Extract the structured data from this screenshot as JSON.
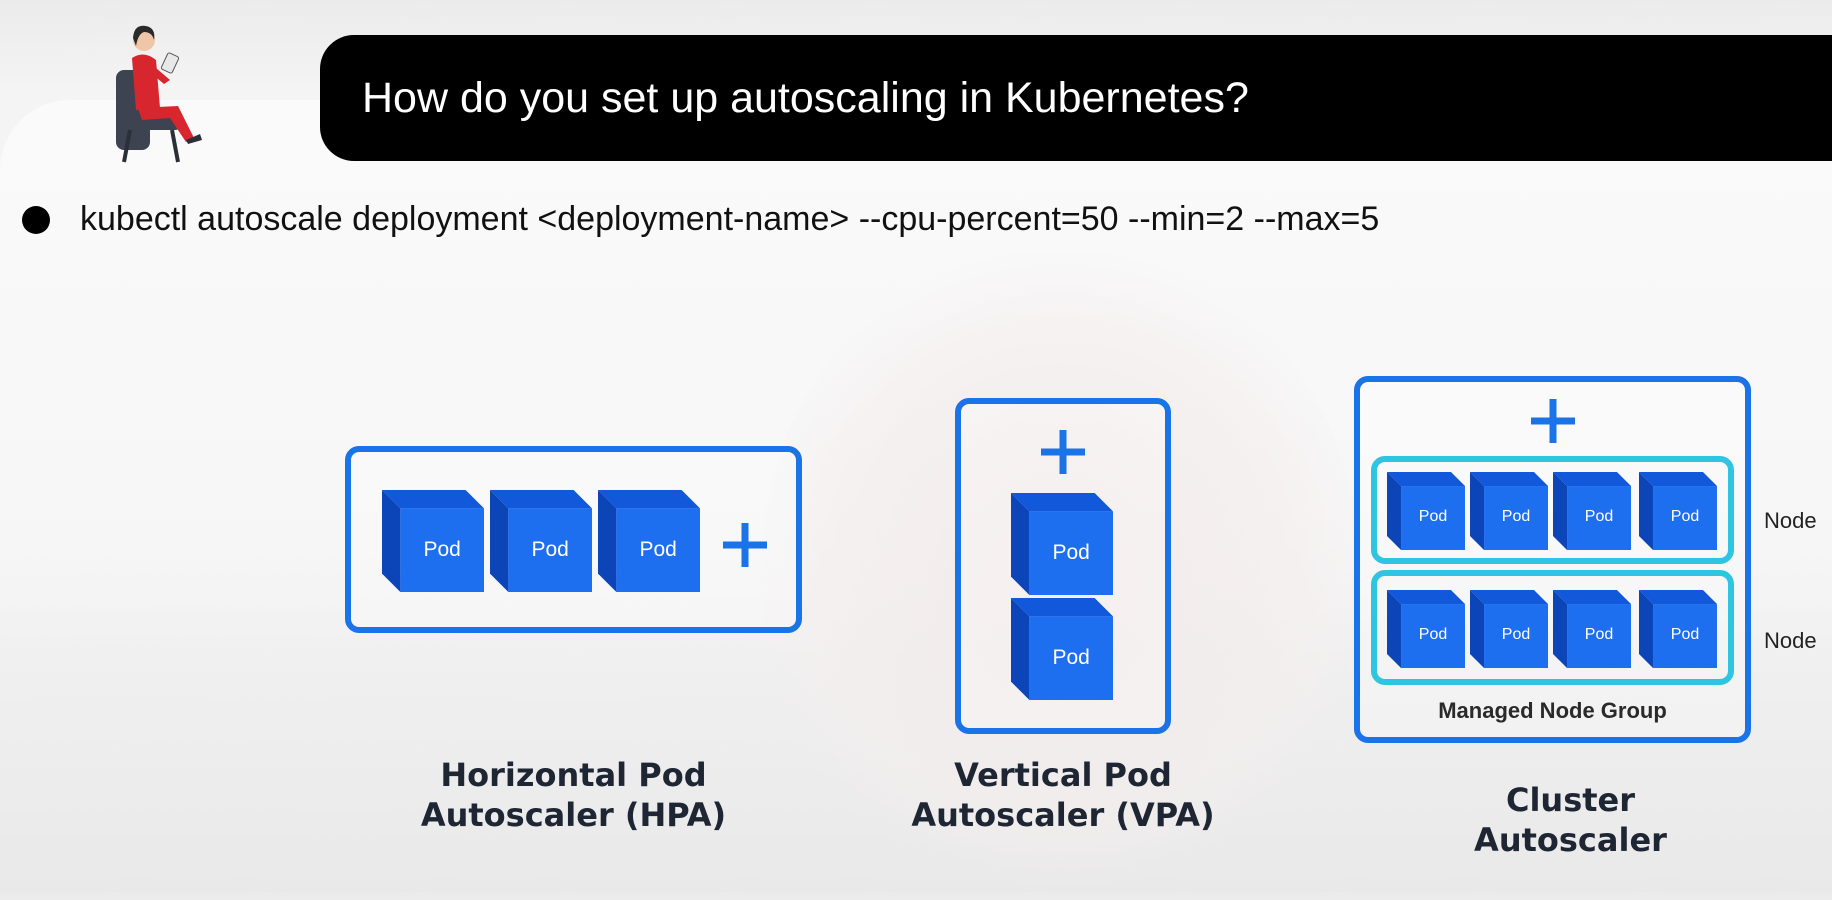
{
  "title": "How do you set up autoscaling in Kubernetes?",
  "bullet": "kubectl autoscale deployment <deployment-name> --cpu-percent=50 --min=2 --max=5",
  "pod_label": "Pod",
  "node_label": "Node",
  "plus_symbol": "+",
  "hpa": {
    "caption_line1": "Horizontal Pod",
    "caption_line2": "Autoscaler (HPA)"
  },
  "vpa": {
    "caption_line1": "Vertical Pod",
    "caption_line2": "Autoscaler (VPA)"
  },
  "ca": {
    "caption_line1": "Cluster",
    "caption_line2": "Autoscaler",
    "group_label": "Managed Node Group"
  },
  "colors": {
    "accent_blue": "#1b73e8",
    "node_cyan": "#2ec5e3",
    "cube_front": "#1e6ef0",
    "cube_top": "#1158db",
    "cube_side": "#0b45b8",
    "caption_text": "#1e2533"
  },
  "icons": [
    "presenter-illustration",
    "plus-icon",
    "pod-cube-icon"
  ]
}
